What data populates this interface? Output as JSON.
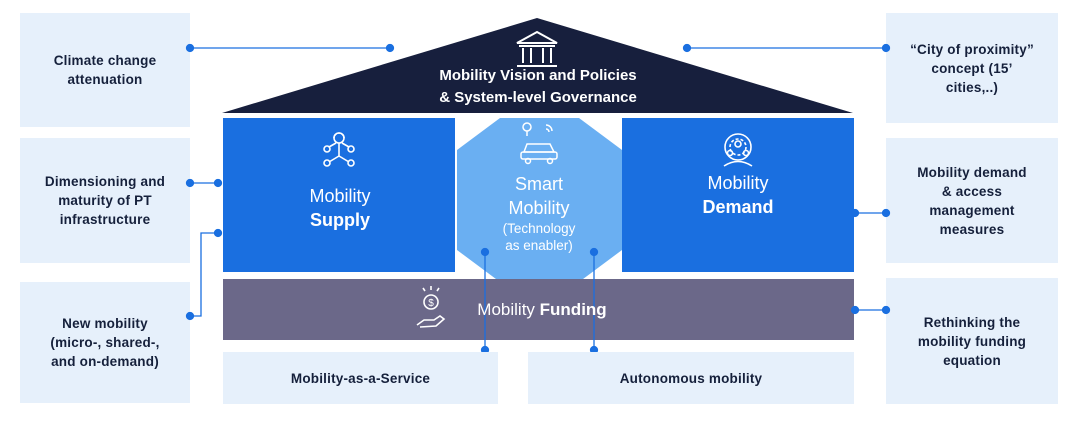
{
  "roof": {
    "title": "Mobility Vision and Policies\n& System-level Governance"
  },
  "supply": {
    "line1": "Mobility",
    "line2": "Supply"
  },
  "smart": {
    "line1": "Smart",
    "line2": "Mobility",
    "line3": "(Technology",
    "line4": "as enabler)"
  },
  "demand": {
    "line1": "Mobility",
    "line2": "Demand"
  },
  "funding": {
    "prefix": "Mobility ",
    "bold": "Funding"
  },
  "bottom": {
    "maas": "Mobility-as-a-Service",
    "autonomous": "Autonomous mobility"
  },
  "left_boxes": {
    "climate": "Climate change\nattenuation",
    "dimensioning": "Dimensioning and\nmaturity of PT\ninfrastructure",
    "new_mobility": "New mobility\n(micro-, shared-,\nand on-demand)"
  },
  "right_boxes": {
    "proximity": "“City of proximity”\nconcept (15’\ncities,..)",
    "demand_mgmt": "Mobility demand\n& access\nmanagement\nmeasures",
    "funding_eq": "Rethinking the\nmobility funding\nequation"
  },
  "colors": {
    "roof": "#171f3d",
    "block": "#1a6fe0",
    "smart": "#6aaff2",
    "funding": "#6b6889",
    "box": "#e6f0fb",
    "connector": "#1a6fe0"
  },
  "icons": [
    "government-building-icon",
    "network-nodes-icon",
    "connected-car-icon",
    "gear-people-icon",
    "money-hand-icon"
  ]
}
